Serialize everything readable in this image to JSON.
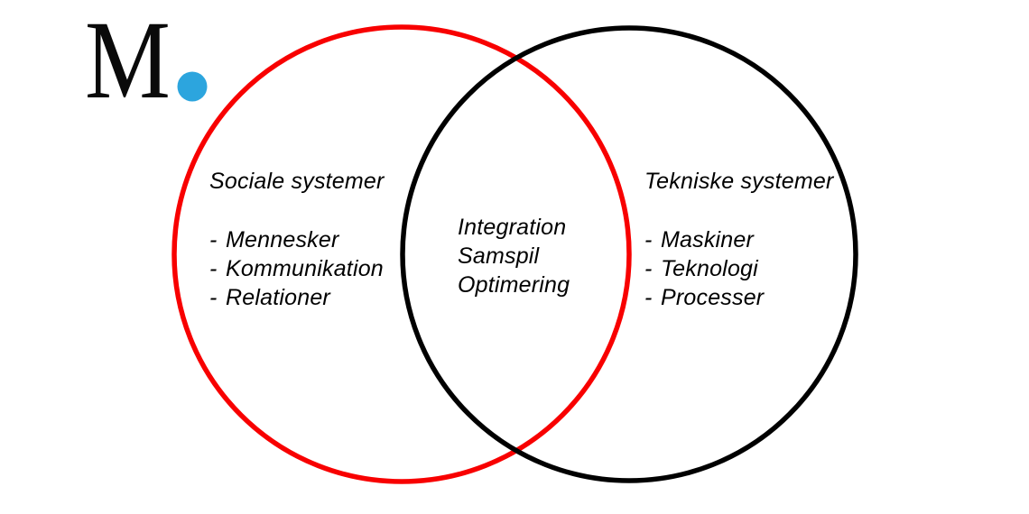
{
  "logo": {
    "letter": "M",
    "dot_color": "#2ca5de"
  },
  "colors": {
    "left_circle": "#f80000",
    "right_circle": "#000000",
    "text": "#000000",
    "background": "#ffffff"
  },
  "bullet": "-",
  "venn": {
    "left": {
      "title": "Sociale systemer",
      "items": [
        "Mennesker",
        "Kommunikation",
        "Relationer"
      ]
    },
    "overlap": {
      "items": [
        "Integration",
        "Samspil",
        "Optimering"
      ]
    },
    "right": {
      "title": "Tekniske systemer",
      "items": [
        "Maskiner",
        "Teknologi",
        "Processer"
      ]
    }
  }
}
